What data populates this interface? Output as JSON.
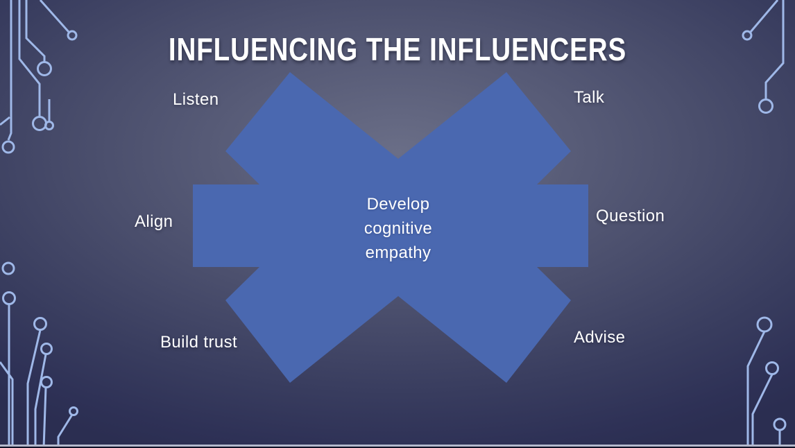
{
  "slide": {
    "title": "INFLUENCING THE INFLUENCERS",
    "center_text": {
      "lines": [
        "Develop",
        "cognitive",
        "empathy"
      ]
    },
    "labels": {
      "top_left": "Listen",
      "top_right": "Talk",
      "mid_left": "Align",
      "mid_right": "Question",
      "bottom_left": "Build trust",
      "bottom_right": "Advise"
    },
    "colors": {
      "shape_fill": "#4a68b0",
      "circuit_stroke": "#9fb8e8",
      "text": "#ffffff",
      "background_center": "#6a6e87",
      "background_edge": "#2b2e51"
    }
  }
}
